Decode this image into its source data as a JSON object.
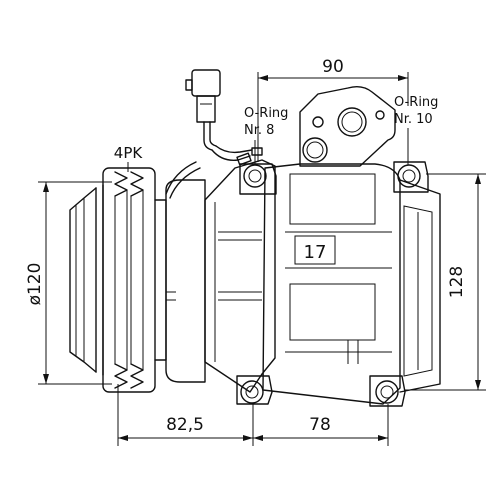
{
  "labels": {
    "dim_width_top": "90",
    "oring_left_line1": "O-Ring",
    "oring_left_line2": "Nr. 8",
    "oring_right_line1": "O-Ring",
    "oring_right_line2": "Nr. 10",
    "pulley_grooves": "4PK",
    "pulley_diameter": "ø120",
    "dim_height": "128",
    "dim_bottom_left": "82,5",
    "dim_bottom_right": "78",
    "part_number": "17"
  },
  "colors": {
    "line": "#111111",
    "background": "#ffffff"
  }
}
